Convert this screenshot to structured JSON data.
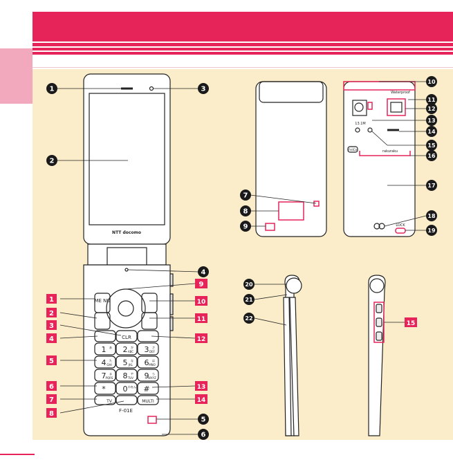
{
  "phone": {
    "brand_label": "NTT docomo",
    "model_label": "F-01E",
    "camera_mp_label": "13.1M",
    "brand_back_label": "Waterproof",
    "mark_back_label": "rakuraku",
    "lock_label": "LOCK",
    "fm_label": "FeliCa"
  },
  "callouts_circle": [
    {
      "n": "1"
    },
    {
      "n": "2"
    },
    {
      "n": "3"
    },
    {
      "n": "4"
    },
    {
      "n": "5"
    },
    {
      "n": "6"
    },
    {
      "n": "7"
    },
    {
      "n": "8"
    },
    {
      "n": "9"
    },
    {
      "n": "10"
    },
    {
      "n": "11"
    },
    {
      "n": "12"
    },
    {
      "n": "13"
    },
    {
      "n": "14"
    },
    {
      "n": "15"
    },
    {
      "n": "16"
    },
    {
      "n": "17"
    },
    {
      "n": "18"
    },
    {
      "n": "19"
    },
    {
      "n": "20"
    },
    {
      "n": "21"
    },
    {
      "n": "22"
    }
  ],
  "callouts_square": [
    {
      "n": "1"
    },
    {
      "n": "2"
    },
    {
      "n": "3"
    },
    {
      "n": "4"
    },
    {
      "n": "5"
    },
    {
      "n": "6"
    },
    {
      "n": "7"
    },
    {
      "n": "8"
    },
    {
      "n": "9"
    },
    {
      "n": "10"
    },
    {
      "n": "11"
    },
    {
      "n": "12"
    },
    {
      "n": "13"
    },
    {
      "n": "14"
    },
    {
      "n": "15"
    }
  ],
  "keys": {
    "menu": "ME NU",
    "clr": "CLR",
    "multi": "MULTI",
    "tv": "TV",
    "k1": "1",
    "k2": "2",
    "k3": "3",
    "k4": "4",
    "k5": "5",
    "k6": "6",
    "k7": "7",
    "k8": "8",
    "k9": "9",
    "kstar": "*",
    "k0": "0",
    "khash": "#",
    "k1s": "あ",
    "k2s": "か",
    "k3s": "さ",
    "k4s": "た",
    "k5s": "な",
    "k6s": "は",
    "k7s": "ま",
    "k8s": "や",
    "k9s": "ら",
    "k0s": "わをん",
    "k2l": "ABC",
    "k3l": "DEF",
    "k4l": "GHI",
    "k5l": "JKL",
    "k6l": "MNO",
    "k7l": "PQRS",
    "k8l": "TUV",
    "k9l": "WXYZ"
  },
  "colors": {
    "accent": "#e6245a",
    "panel": "#fbedca",
    "badge_circle": "#1a1a1a",
    "badge_square": "#e6245a"
  }
}
